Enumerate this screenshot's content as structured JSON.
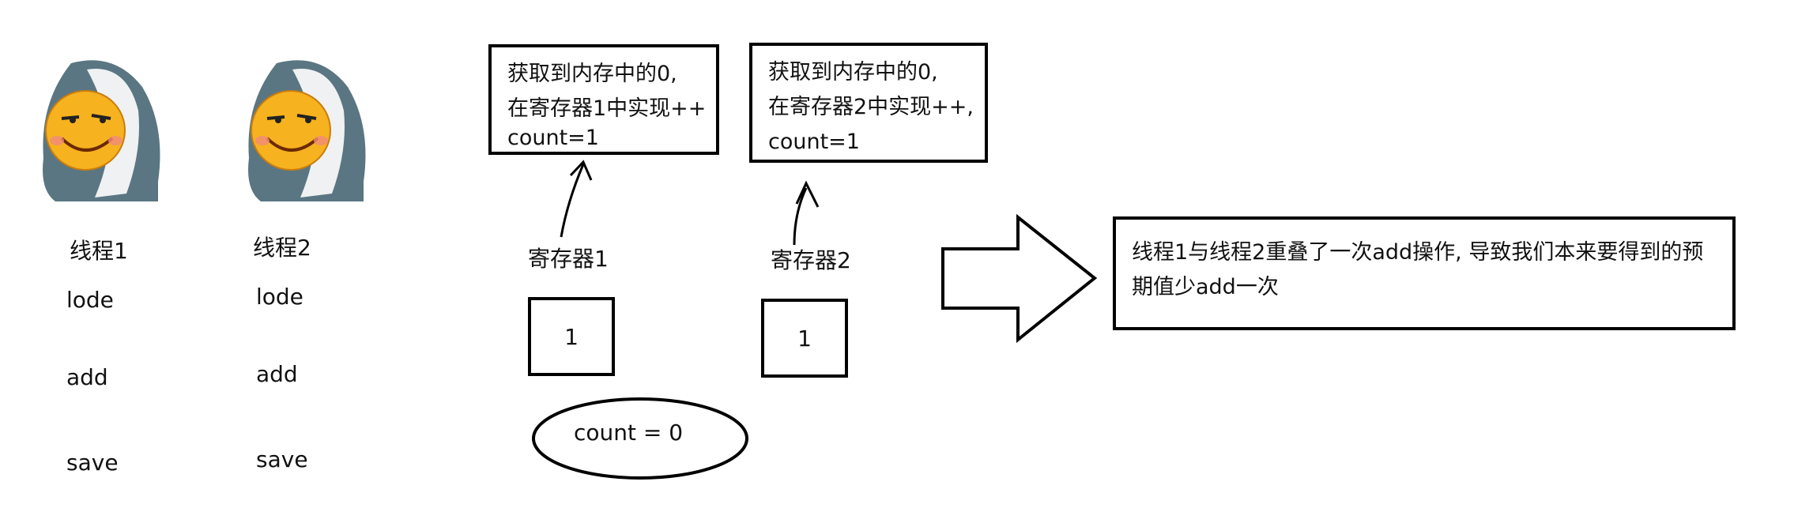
{
  "threads": [
    {
      "label": "线程1",
      "ops": [
        "lode",
        "add",
        "save"
      ]
    },
    {
      "label": "线程2",
      "ops": [
        "lode",
        "add",
        "save"
      ]
    }
  ],
  "notes": [
    {
      "lines": [
        "获取到内存中的0,",
        "在寄存器1中实现++",
        "count=1"
      ]
    },
    {
      "lines": [
        "获取到内存中的0,",
        "在寄存器2中实现++,",
        "count=1"
      ]
    }
  ],
  "registers": [
    {
      "label": "寄存器1",
      "value": "1"
    },
    {
      "label": "寄存器2",
      "value": "1"
    }
  ],
  "memory": {
    "label": "count = 0"
  },
  "conclusion": {
    "lines": [
      "线程1与线程2重叠了一次add操作, 导致我们本来要得到的预",
      "期值少add一次"
    ]
  },
  "icons": {
    "avatar": "cartoon-face-in-blanket-icon"
  },
  "colors": {
    "stroke": "#000000",
    "blanket": "#5a7682",
    "face": "#f6b21f"
  }
}
